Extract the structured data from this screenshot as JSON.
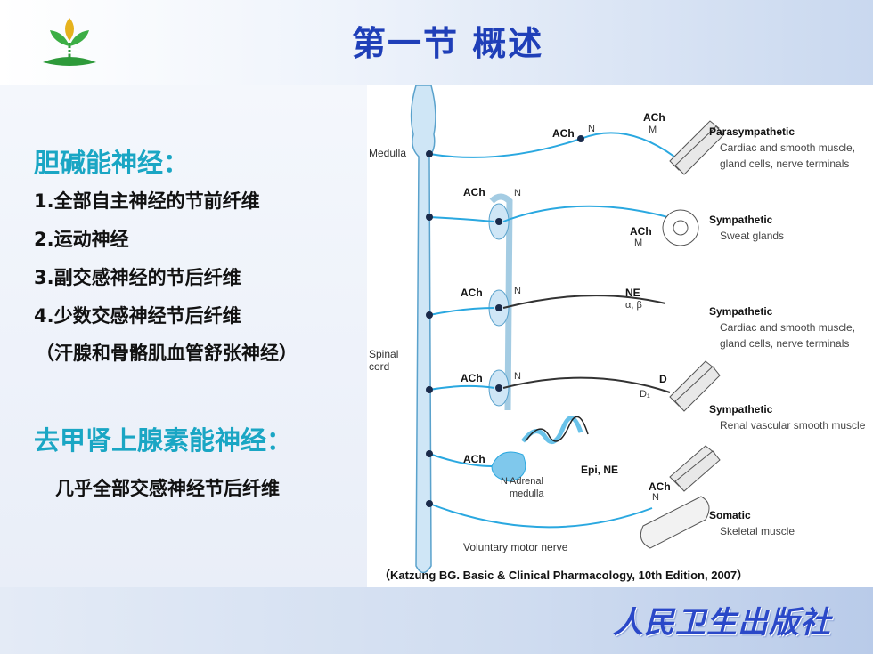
{
  "title": "第一节  概述",
  "cholinergic": {
    "heading": "胆碱能神经：",
    "items": [
      "1.全部自主神经的节前纤维",
      "2.运动神经",
      "3.副交感神经的节后纤维",
      "4.少数交感神经节后纤维",
      "（汗腺和骨骼肌血管舒张神经）"
    ]
  },
  "adrenergic": {
    "heading": "去甲肾上腺素能神经：",
    "item": "几乎全部交感神经节后纤维"
  },
  "diagram": {
    "medulla": "Medulla",
    "spinal": "Spinal",
    "cord": "cord",
    "voluntary": "Voluntary motor nerve",
    "ach": "ACh",
    "n": "N",
    "m": "M",
    "ne": "NE",
    "alpha_beta": "α, β",
    "d": "D",
    "d1": "D₁",
    "epi_ne": "Epi, NE",
    "adrenal": "Adrenal",
    "adrenal_medulla": "medulla",
    "targets": [
      {
        "title": "Parasympathetic",
        "line1": "Cardiac and smooth muscle,",
        "line2": "gland cells, nerve terminals"
      },
      {
        "title": "Sympathetic",
        "line1": "Sweat glands",
        "line2": ""
      },
      {
        "title": "Sympathetic",
        "line1": "Cardiac and smooth muscle,",
        "line2": "gland cells, nerve terminals"
      },
      {
        "title": "Sympathetic",
        "line1": "Renal vascular smooth muscle",
        "line2": ""
      },
      {
        "title": "Somatic",
        "line1": "Skeletal muscle",
        "line2": ""
      }
    ]
  },
  "citation": "（Katzung BG. Basic & Clinical Pharmacology, 10th Edition, 2007）",
  "publisher": "人民卫生出版社",
  "colors": {
    "title": "#1f3fb8",
    "heading": "#1aa6c4",
    "nerve": "#2aa8e0",
    "postganglionic": "#333333",
    "cord": "#cfe6f6"
  }
}
